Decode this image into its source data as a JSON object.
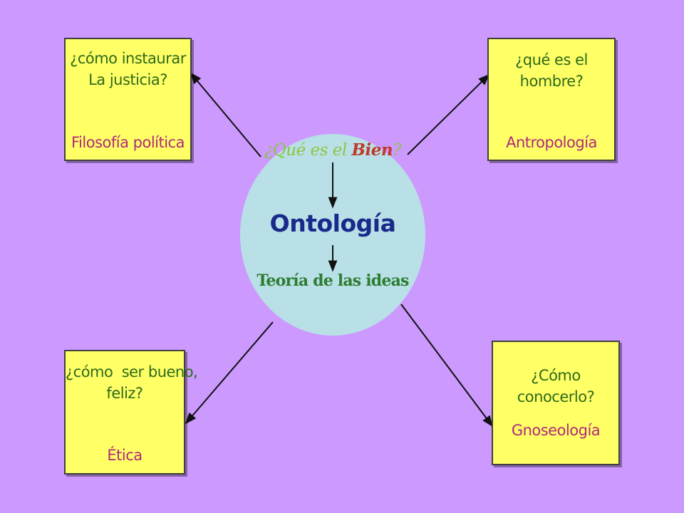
{
  "boxes": {
    "top_left": {
      "question_line1": "¿cómo instaurar",
      "question_line2": "La justicia?",
      "answer": "Filosofía política"
    },
    "top_right": {
      "question_line1": "¿qué es el hombre?",
      "answer": "Antropología"
    },
    "bottom_left": {
      "question_line1": "¿cómo  ser bueno,",
      "question_line2": "feliz?",
      "answer": "Ética"
    },
    "bottom_right": {
      "question_line1": "¿Cómo conocerlo?",
      "answer": "Gnoseología"
    }
  },
  "center": {
    "question_part1": "¿Qué es el ",
    "question_part2": "Bien",
    "question_part3": "?",
    "main": "Ontología",
    "sub": "Teoría de las ideas"
  },
  "colors": {
    "background": "#cc99ff",
    "box_fill": "#ffff66",
    "circle_fill": "#b9e0e6",
    "question_text": "#2e6b1a",
    "answer_text": "#b02a7a",
    "ontologia_text": "#1a2a8a",
    "teoria_text": "#2e7d32"
  }
}
